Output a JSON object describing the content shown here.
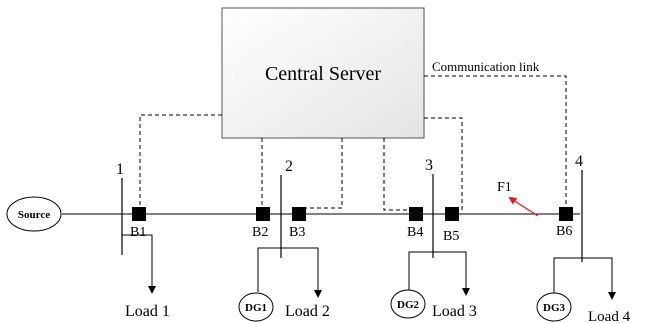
{
  "server": {
    "label": "Central Server"
  },
  "link": {
    "label": "Communication link"
  },
  "source": {
    "label": "Source"
  },
  "buses": [
    {
      "id": "bus-1",
      "label": "1"
    },
    {
      "id": "bus-2",
      "label": "2"
    },
    {
      "id": "bus-3",
      "label": "3"
    },
    {
      "id": "bus-4",
      "label": "4"
    }
  ],
  "breakers": [
    "B1",
    "B2",
    "B3",
    "B4",
    "B5",
    "B6"
  ],
  "fault": {
    "label": "F1",
    "arrow_color": "#e11b1b"
  },
  "loads": [
    "Load 1",
    "Load 2",
    "Load 3",
    "Load 4"
  ],
  "generators": [
    "DG1",
    "DG2",
    "DG3"
  ],
  "colors": {
    "line": "#000000",
    "server_fill_top": "#ffffff",
    "server_fill_bottom": "#e6e6e6",
    "breaker": "#000000",
    "fault_arrow": "#e11b1b"
  }
}
